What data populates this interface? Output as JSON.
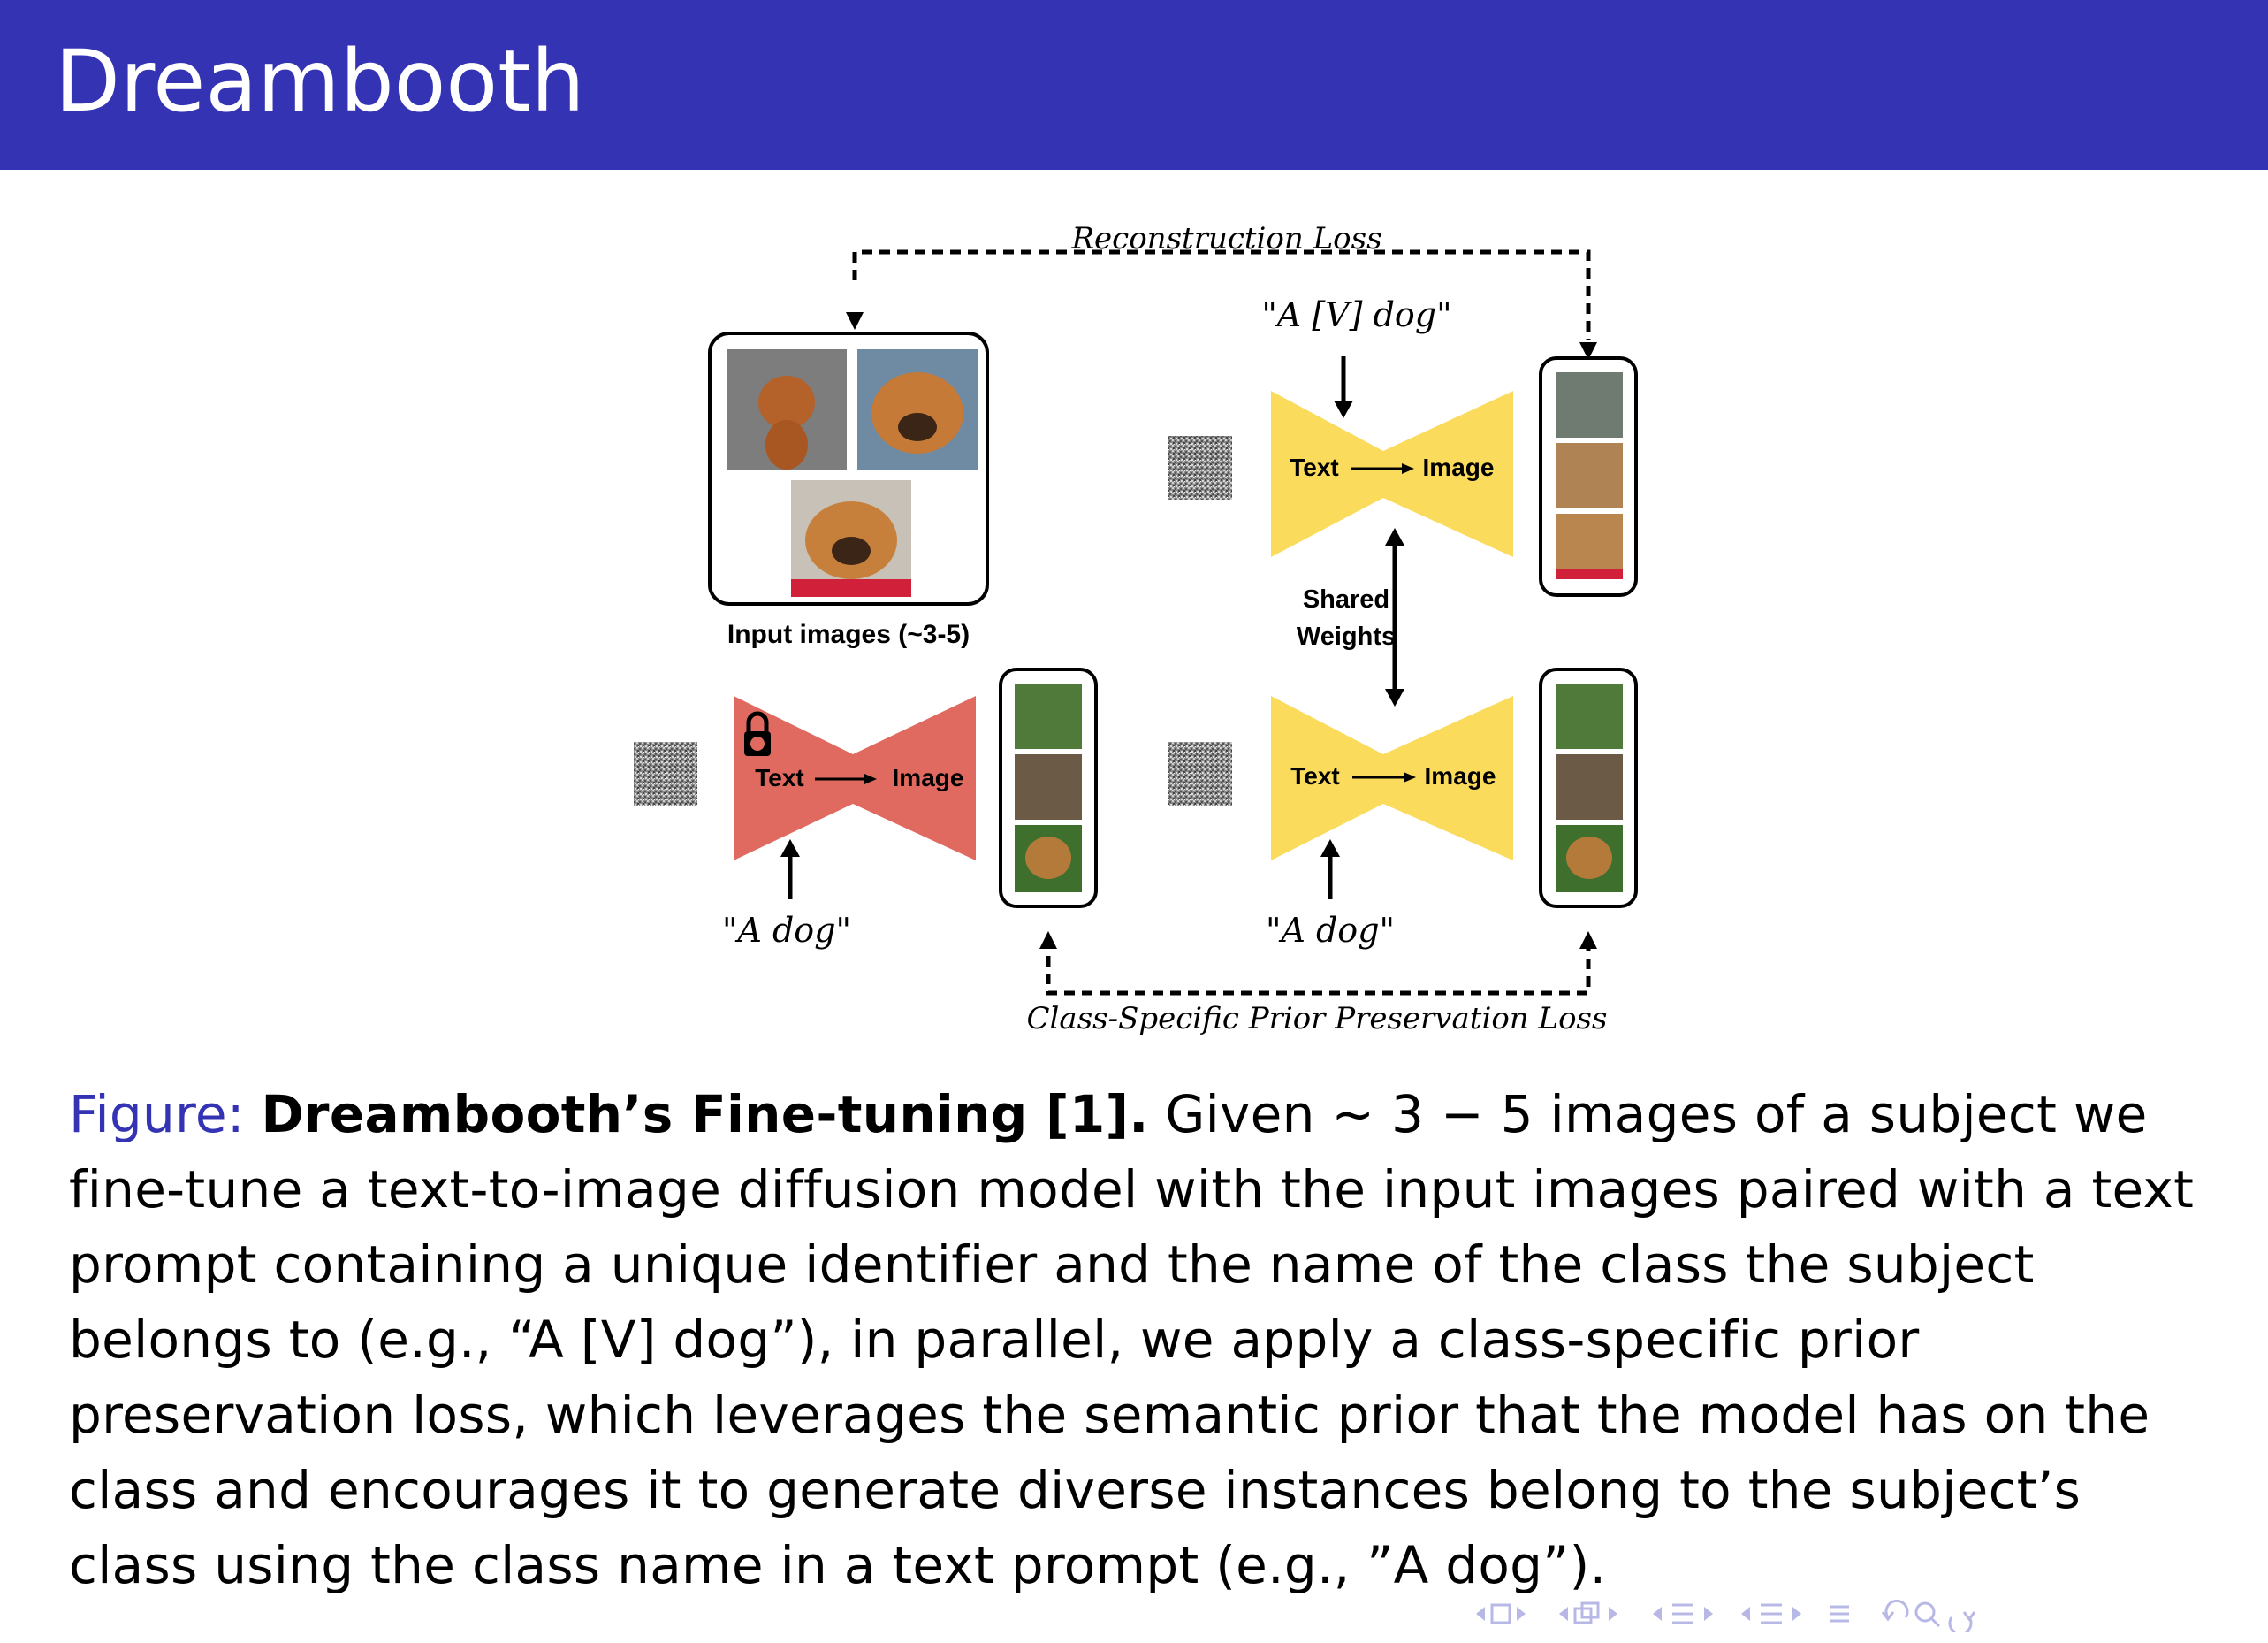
{
  "header": {
    "title": "Dreambooth"
  },
  "figure": {
    "reconstruction_loss": "Reconstruction Loss",
    "prompt_top": "\"A [V] dog\"",
    "text_label": "Text",
    "image_label": "Image",
    "shared_weights_line1": "Shared",
    "shared_weights_line2": "Weights",
    "input_images_label": "Input images (~3-5)",
    "prompt_bottom_left": "\"A dog\"",
    "prompt_bottom_right": "\"A dog\"",
    "prior_loss": "Class-Specific Prior Preservation Loss",
    "colors": {
      "frozen_model": "#e06a5f",
      "trained_model": "#fadb5c",
      "header": "#3333b3"
    }
  },
  "caption": {
    "label": "Figure:",
    "bold": "Dreambooth’s Fine-tuning [1].",
    "text": " Given ∼ 3 − 5 images of a subject we fine-tune a text-to-image diffusion model with the input images paired with a text prompt containing a unique identifier and the name of the class the subject belongs to (e.g., “A [V] dog”), in parallel, we apply a class-specific prior preservation loss, which leverages the semantic prior that the model has on the class and encourages it to generate diverse instances belong to the subject’s class using the class name in a text prompt (e.g., ”A dog”)."
  },
  "nav": {
    "icons": [
      "nav-first-icon",
      "nav-frame-icon",
      "nav-prev-icon",
      "nav-section-icon",
      "nav-subsection-icon",
      "nav-align-icon",
      "nav-undo-icon",
      "nav-search-icon"
    ]
  }
}
